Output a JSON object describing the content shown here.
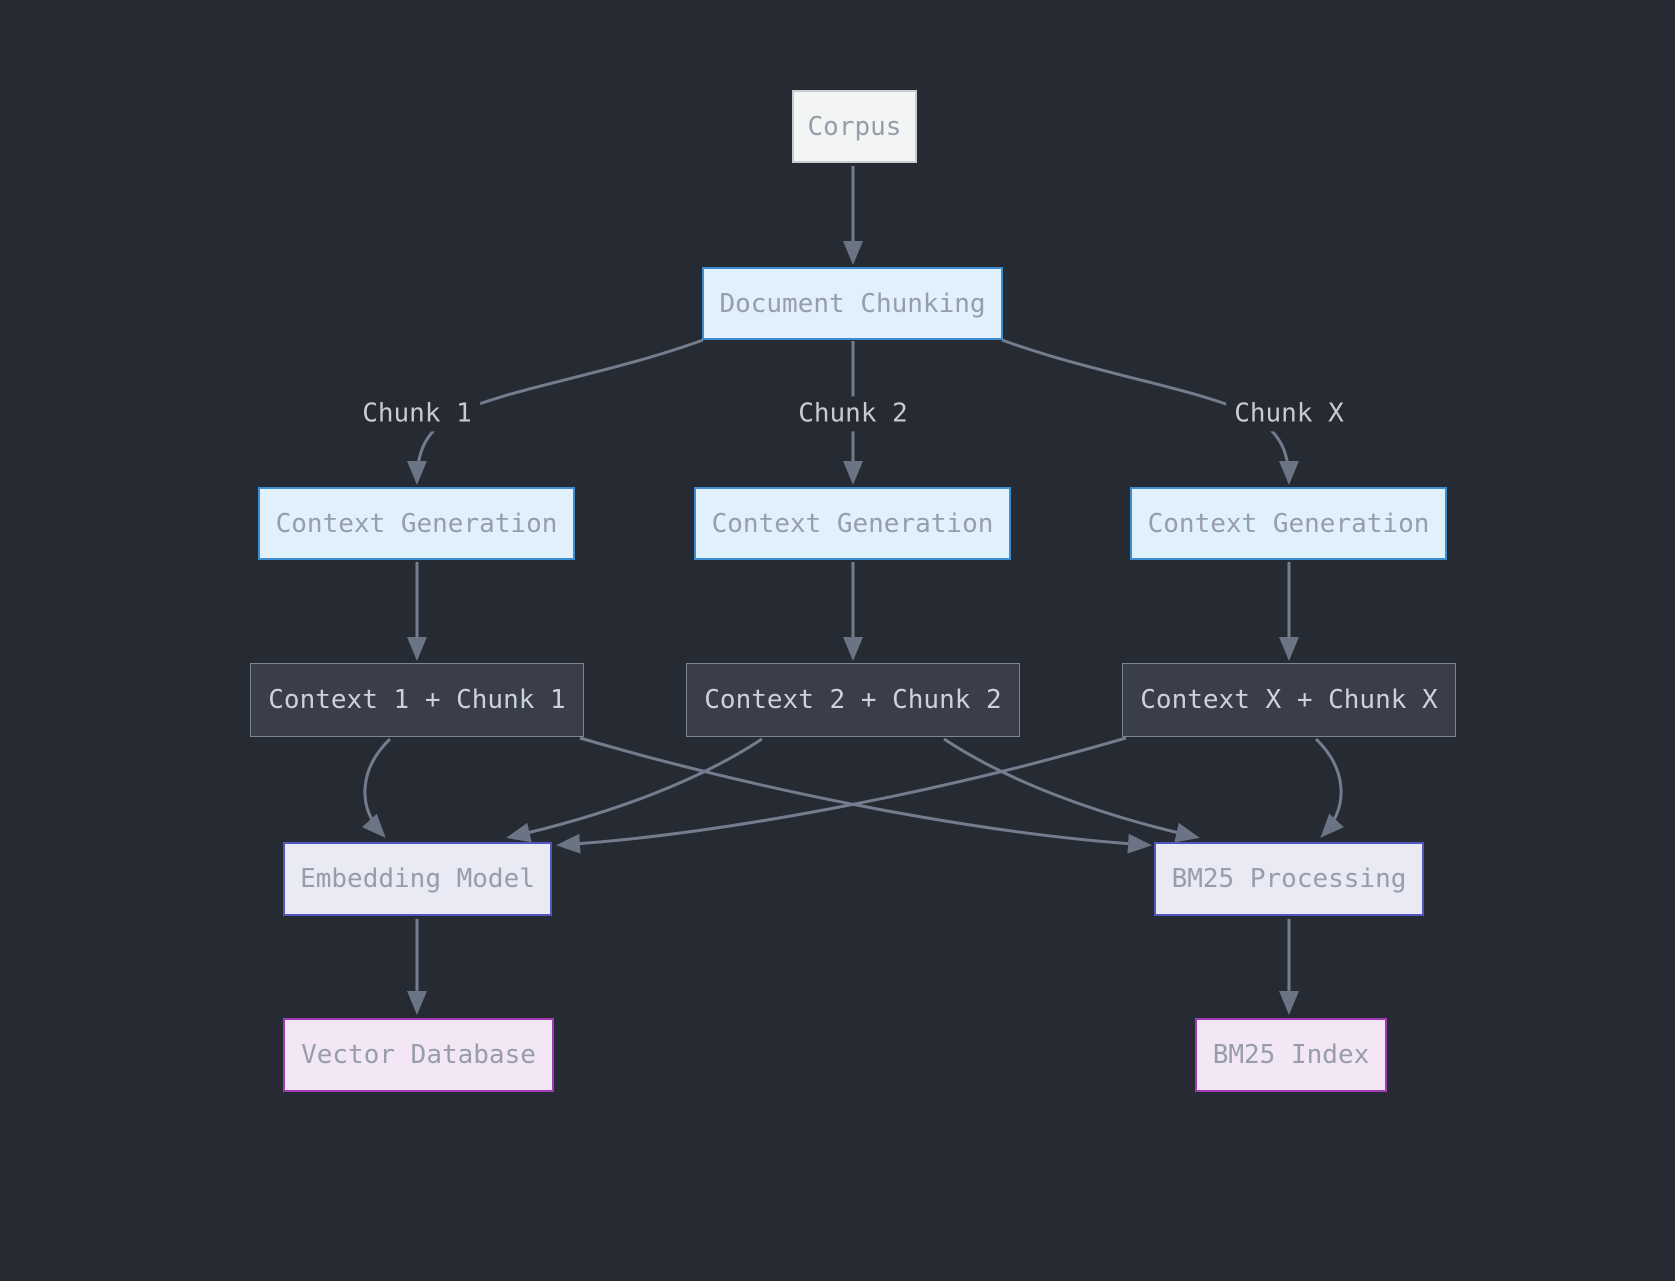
{
  "diagram": {
    "type": "flowchart",
    "direction": "top-down",
    "theme": "dark",
    "nodes": [
      {
        "id": "corpus",
        "label": "Corpus",
        "kind": "source"
      },
      {
        "id": "document_chunking",
        "label": "Document Chunking",
        "kind": "process"
      },
      {
        "id": "context_generation_1",
        "label": "Context Generation",
        "kind": "process"
      },
      {
        "id": "context_generation_2",
        "label": "Context Generation",
        "kind": "process"
      },
      {
        "id": "context_generation_x",
        "label": "Context Generation",
        "kind": "process"
      },
      {
        "id": "context_1_chunk_1",
        "label": "Context 1 + Chunk 1",
        "kind": "data"
      },
      {
        "id": "context_2_chunk_2",
        "label": "Context 2 + Chunk 2",
        "kind": "data"
      },
      {
        "id": "context_x_chunk_x",
        "label": "Context X + Chunk X",
        "kind": "data"
      },
      {
        "id": "embedding_model",
        "label": "Embedding Model",
        "kind": "model"
      },
      {
        "id": "bm25_processing",
        "label": "BM25 Processing",
        "kind": "model"
      },
      {
        "id": "vector_database",
        "label": "Vector Database",
        "kind": "store"
      },
      {
        "id": "bm25_index",
        "label": "BM25 Index",
        "kind": "store"
      }
    ],
    "edges": [
      {
        "from": "corpus",
        "to": "document_chunking",
        "label": ""
      },
      {
        "from": "document_chunking",
        "to": "context_generation_1",
        "label": "Chunk 1"
      },
      {
        "from": "document_chunking",
        "to": "context_generation_2",
        "label": "Chunk 2"
      },
      {
        "from": "document_chunking",
        "to": "context_generation_x",
        "label": "Chunk X"
      },
      {
        "from": "context_generation_1",
        "to": "context_1_chunk_1",
        "label": ""
      },
      {
        "from": "context_generation_2",
        "to": "context_2_chunk_2",
        "label": ""
      },
      {
        "from": "context_generation_x",
        "to": "context_x_chunk_x",
        "label": ""
      },
      {
        "from": "context_1_chunk_1",
        "to": "embedding_model",
        "label": ""
      },
      {
        "from": "context_1_chunk_1",
        "to": "bm25_processing",
        "label": ""
      },
      {
        "from": "context_2_chunk_2",
        "to": "embedding_model",
        "label": ""
      },
      {
        "from": "context_2_chunk_2",
        "to": "bm25_processing",
        "label": ""
      },
      {
        "from": "context_x_chunk_x",
        "to": "embedding_model",
        "label": ""
      },
      {
        "from": "context_x_chunk_x",
        "to": "bm25_processing",
        "label": ""
      },
      {
        "from": "embedding_model",
        "to": "vector_database",
        "label": ""
      },
      {
        "from": "bm25_processing",
        "to": "bm25_index",
        "label": ""
      }
    ]
  },
  "colors": {
    "canvas_background": "#262a33",
    "edge_line": "#737d8e",
    "edge_arrow": "#6b7484",
    "edge_label_text": "#c6cbd4",
    "node_text_on_light": "#979daa",
    "node_text_on_dark": "#ccd1db",
    "corpus_fill": "#f3f4f4",
    "corpus_border": "#c8cccf",
    "process_fill": "#e0f1fc",
    "process_border": "#3d8dd2",
    "chunk_fill": "#393e49",
    "chunk_border": "#7d8594",
    "model_fill": "#e9eaf4",
    "model_border": "#5257c0",
    "store_fill": "#f3e7f6",
    "store_border": "#a23cb3"
  }
}
